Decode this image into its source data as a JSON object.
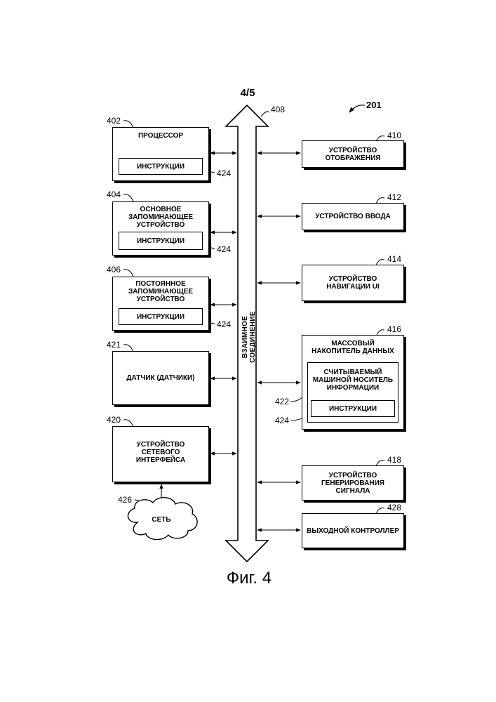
{
  "page_number": "4/5",
  "figure_ref": "201",
  "figure_caption": "Фиг. 4",
  "bus": {
    "label": "ВЗАИМНОЕ СОЕДИНЕНИЕ",
    "ref": "408"
  },
  "left_blocks": {
    "processor": {
      "ref": "402",
      "label": "ПРОЦЕССОР",
      "inner": "ИНСТРУКЦИИ",
      "inner_ref": "424"
    },
    "main_memory": {
      "ref": "404",
      "label": "ОСНОВНОЕ\nЗАПОМИНАЮЩЕЕ\nУСТРОЙСТВО",
      "inner": "ИНСТРУКЦИИ",
      "inner_ref": "424"
    },
    "static_memory": {
      "ref": "406",
      "label": "ПОСТОЯННОЕ\nЗАПОМИНАЮЩЕЕ\nУСТРОЙСТВО",
      "inner": "ИНСТРУКЦИИ",
      "inner_ref": "424"
    },
    "sensor": {
      "ref": "421",
      "label": "ДАТЧИК (ДАТЧИКИ)"
    },
    "network_interface": {
      "ref": "420",
      "label": "УСТРОЙСТВО\nСЕТЕВОГО\nИНТЕРФЕЙСА"
    },
    "network": {
      "ref": "426",
      "label": "СЕТЬ"
    }
  },
  "right_blocks": {
    "display": {
      "ref": "410",
      "label": "УСТРОЙСТВО\nОТОБРАЖЕНИЯ"
    },
    "input": {
      "ref": "412",
      "label": "УСТРОЙСТВО ВВОДА"
    },
    "ui_navigation": {
      "ref": "414",
      "label": "УСТРОЙСТВО\nНАВИГАЦИИ UI"
    },
    "mass_storage": {
      "ref": "416",
      "label": "МАССОВЫЙ\nНАКОПИТЕЛЬ ДАННЫХ",
      "medium": "СЧИТЫВАЕМЫЙ\nМАШИНОЙ НОСИТЕЛЬ\nИНФОРМАЦИИ",
      "medium_ref": "422",
      "inner": "ИНСТРУКЦИИ",
      "inner_ref": "424"
    },
    "signal_generation": {
      "ref": "418",
      "label": "УСТРОЙСТВО\nГЕНЕРИРОВАНИЯ\nСИГНАЛА"
    },
    "output_controller": {
      "ref": "428",
      "label": "ВЫХОДНОЙ КОНТРОЛЛЕР"
    }
  }
}
